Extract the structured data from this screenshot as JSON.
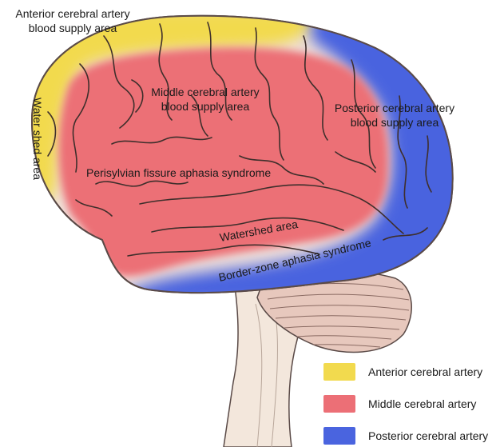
{
  "colors": {
    "anterior": "#f2da4e",
    "middle": "#ec6f76",
    "posterior": "#4a64df",
    "brain_outline": "#5a4a47",
    "cerebellum": "#e7c8bd",
    "brainstem": "#f3e7dc"
  },
  "labels": {
    "anterior_area_line1": "Anterior cerebral artery",
    "anterior_area_line2": "blood supply area",
    "middle_area_line1": "Middle cerebral artery",
    "middle_area_line2": "blood supply area",
    "posterior_area_line1": "Posterior cerebral artery",
    "posterior_area_line2": "blood supply area",
    "watershed_vertical": "Water shed area",
    "perisylvian": "Perisylvian fissure aphasia syndrome",
    "watershed": "Watershed area",
    "border_zone": "Border-zone aphasia syndrome"
  },
  "legend": [
    {
      "label": "Anterior cerebral artery",
      "color": "#f2da4e"
    },
    {
      "label": "Middle cerebral artery",
      "color": "#ec6f76"
    },
    {
      "label": "Posterior cerebral artery",
      "color": "#4a64df"
    }
  ]
}
